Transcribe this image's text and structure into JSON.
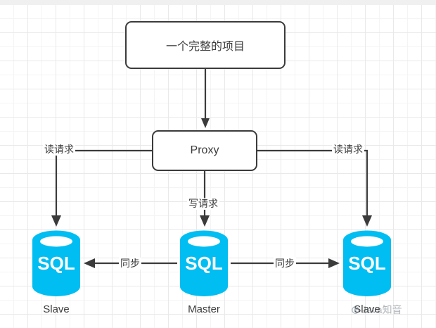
{
  "diagram": {
    "title_box": {
      "label": "一个完整的项目"
    },
    "proxy_box": {
      "label": "Proxy"
    },
    "edge_labels": {
      "read_left": "读请求",
      "read_right": "读请求",
      "write": "写请求",
      "sync_left": "同步",
      "sync_right": "同步"
    },
    "databases": [
      {
        "name": "slave-left",
        "badge": "SQL",
        "label": "Slave"
      },
      {
        "name": "master",
        "badge": "SQL",
        "label": "Master"
      },
      {
        "name": "slave-right",
        "badge": "SQL",
        "label": "Slave"
      }
    ],
    "watermark": {
      "text": "Java知音"
    },
    "colors": {
      "db_fill": "#00BDF2",
      "stroke": "#3b3b3b",
      "grid_minor": "#f4f4f4",
      "grid_major": "#e9e9e9",
      "background": "#ffffff"
    }
  }
}
